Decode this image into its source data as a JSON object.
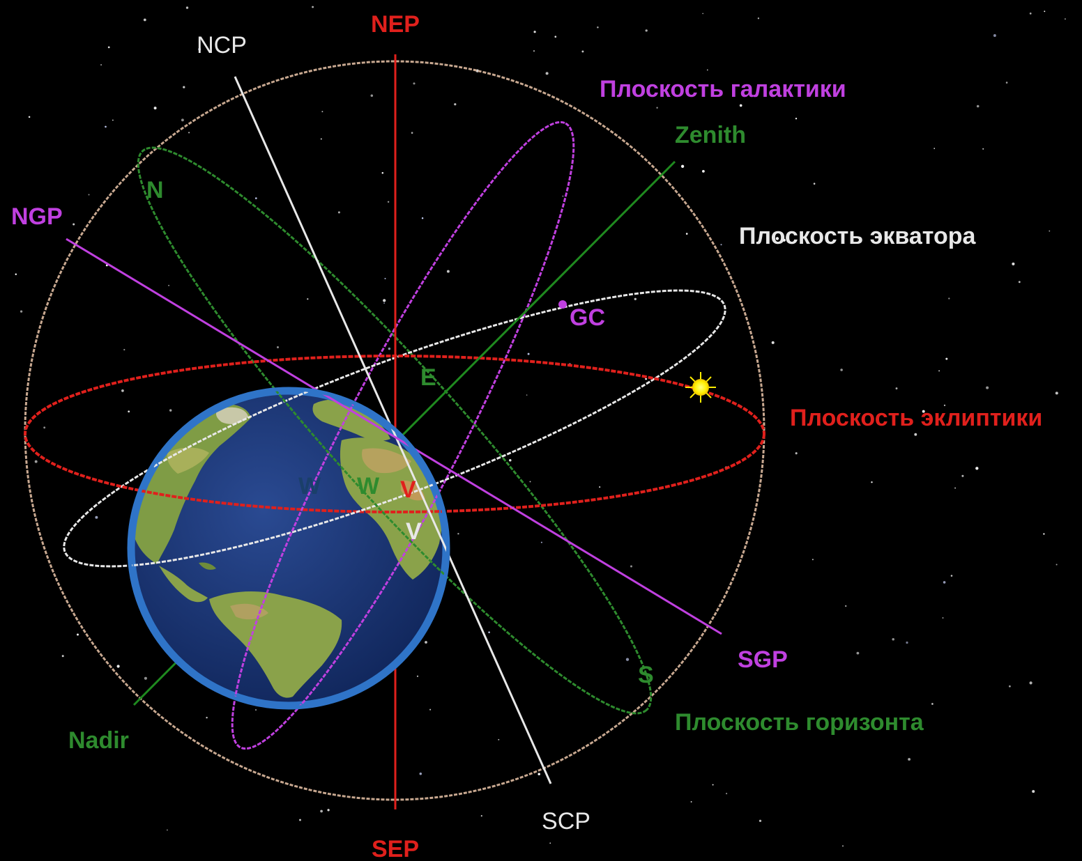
{
  "colors": {
    "background": "#000000",
    "ecliptic": "#e0201c",
    "equator": "#e8e8e8",
    "galactic": "#c040e0",
    "horizon": "#2e8b2e",
    "celestial_sphere": "#c8a890",
    "earth_ocean": "#1d3a7a",
    "earth_border": "#2f74c8",
    "earth_land": "#8aa24a",
    "sun": "#ffee00"
  },
  "labels": {
    "nep": "NEP",
    "sep": "SEP",
    "ncp": "NCP",
    "scp": "SCP",
    "ngp": "NGP",
    "sgp": "SGP",
    "zenith": "Zenith",
    "nadir": "Nadir",
    "gc": "GC",
    "galactic_plane": "Плоскость галактики",
    "equator_plane": "Плоскость экватора",
    "ecliptic_plane": "Плоскость эклиптики",
    "horizon_plane": "Плоскость горизонта",
    "north": "N",
    "south": "S",
    "east": "E",
    "west_horizon": "W",
    "west_shadow": "W",
    "vernal_ecliptic": "V",
    "vernal_equator": "V"
  },
  "icons": {
    "sun": "sun-icon",
    "earth": "earth-globe-icon"
  }
}
